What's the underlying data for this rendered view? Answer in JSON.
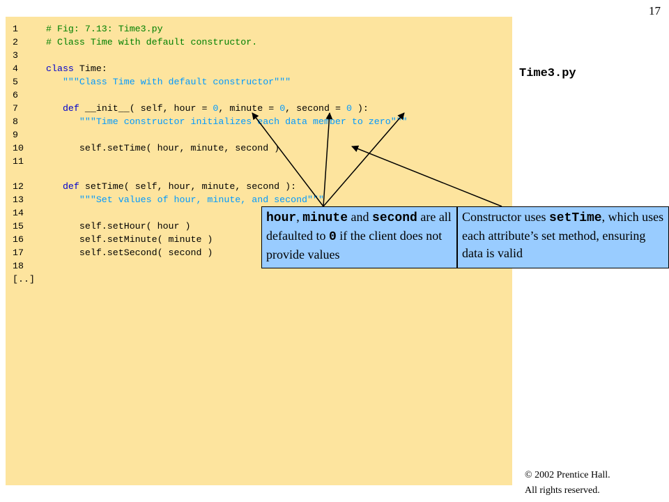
{
  "slide": {
    "page_number": "17",
    "filename": "Time3.py",
    "copyright_line1": "© 2002 Prentice Hall.",
    "copyright_line2": "All rights reserved."
  },
  "code_lines": [
    {
      "num": "1",
      "segments": [
        {
          "t": "# Fig: 7.13: Time3.py",
          "c": "comment"
        }
      ]
    },
    {
      "num": "2",
      "segments": [
        {
          "t": "# Class Time with default constructor.",
          "c": "comment"
        }
      ]
    },
    {
      "num": "3",
      "segments": []
    },
    {
      "num": "4",
      "segments": [
        {
          "t": "class",
          "c": "kw"
        },
        {
          "t": " Time:",
          "c": ""
        }
      ]
    },
    {
      "num": "5",
      "segments": [
        {
          "t": "   \"\"\"Class Time with default constructor\"\"\"",
          "c": "str"
        }
      ]
    },
    {
      "num": "6",
      "segments": []
    },
    {
      "num": "7",
      "segments": [
        {
          "t": "   ",
          "c": ""
        },
        {
          "t": "def",
          "c": "kw"
        },
        {
          "t": " __init__( self, hour = ",
          "c": ""
        },
        {
          "t": "0",
          "c": "num"
        },
        {
          "t": ", minute = ",
          "c": ""
        },
        {
          "t": "0",
          "c": "num"
        },
        {
          "t": ", second = ",
          "c": ""
        },
        {
          "t": "0",
          "c": "num"
        },
        {
          "t": " ):",
          "c": ""
        }
      ]
    },
    {
      "num": "8",
      "segments": [
        {
          "t": "      \"\"\"Time constructor initializes each data member to zero\"\"\"",
          "c": "str"
        }
      ]
    },
    {
      "num": "9",
      "segments": []
    },
    {
      "num": "10",
      "segments": [
        {
          "t": "      self.setTime( hour, minute, second )",
          "c": ""
        }
      ]
    },
    {
      "num": "11",
      "segments": []
    },
    {
      "num": "12",
      "segments": [
        {
          "t": "   ",
          "c": ""
        },
        {
          "t": "def",
          "c": "kw"
        },
        {
          "t": " setTime( self, hour, minute, second ):",
          "c": ""
        }
      ]
    },
    {
      "num": "13",
      "segments": [
        {
          "t": "      \"\"\"Set values of hour, minute, and second\"\"\"",
          "c": "str"
        }
      ]
    },
    {
      "num": "14",
      "segments": []
    },
    {
      "num": "15",
      "segments": [
        {
          "t": "      self.setHour( hour )",
          "c": ""
        }
      ]
    },
    {
      "num": "16",
      "segments": [
        {
          "t": "      self.setMinute( minute )",
          "c": ""
        }
      ]
    },
    {
      "num": "17",
      "segments": [
        {
          "t": "      self.setSecond( second )",
          "c": ""
        }
      ]
    },
    {
      "num": "18",
      "segments": []
    },
    {
      "num": "[..]",
      "segments": []
    }
  ],
  "callouts": {
    "defaults": {
      "code_hour": "hour",
      "sep1": ", ",
      "code_minute": "minute",
      "sep2": " and ",
      "code_second": "second",
      "text1": " are all defaulted to ",
      "code_zero": "0",
      "text2": " if the client does not provide values"
    },
    "settime": {
      "text1": "Constructor uses ",
      "code_settime": "setTime",
      "text2": ", which uses each attribute’s set method, ensuring data is valid"
    }
  },
  "colors": {
    "code_background": "#fde49e",
    "callout_background": "#99ccff",
    "comment": "#008000",
    "keyword": "#0000cc",
    "string": "#0099ff"
  }
}
